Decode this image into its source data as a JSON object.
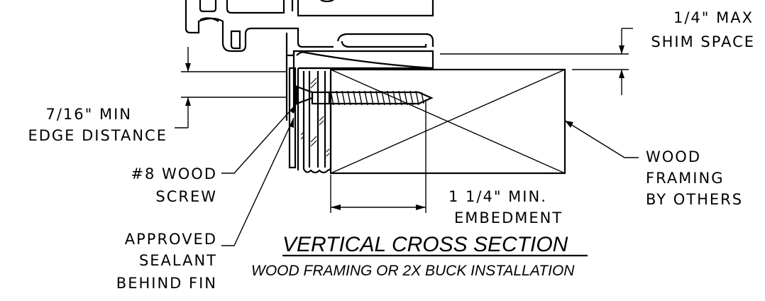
{
  "labels": {
    "shim_line1": "1/4\" MAX",
    "shim_line2": "SHIM SPACE",
    "edge_line1": "7/16\" MIN",
    "edge_line2": "EDGE DISTANCE",
    "screw_line1": "#8 WOOD",
    "screw_line2": "SCREW",
    "sealant_line1": "APPROVED",
    "sealant_line2": "SEALANT",
    "sealant_line3": "BEHIND FIN",
    "framing_line1": "WOOD",
    "framing_line2": "FRAMING",
    "framing_line3": "BY OTHERS",
    "embed_line1": "1 1/4\" MIN.",
    "embed_line2": "EMBEDMENT"
  },
  "title": "VERTICAL CROSS SECTION",
  "subtitle": "WOOD FRAMING OR 2X BUCK INSTALLATION"
}
